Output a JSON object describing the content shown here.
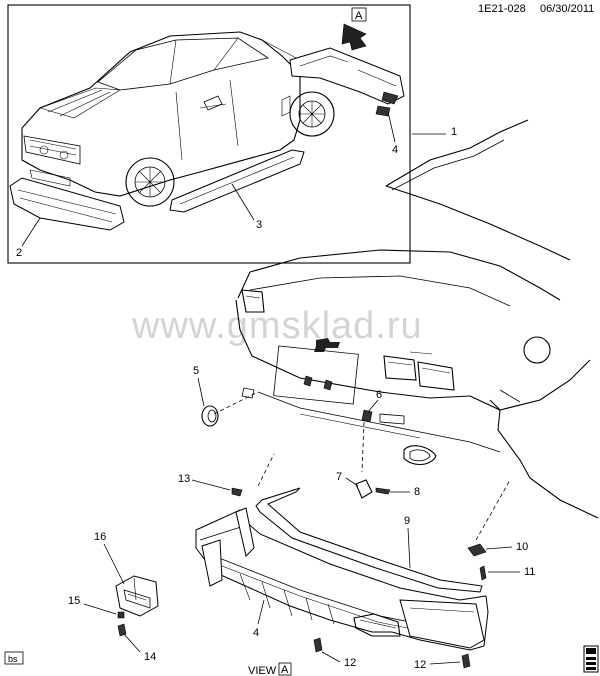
{
  "header": {
    "diagram_id": "1E21-028",
    "date": "06/30/2011"
  },
  "watermark": "www.gmsklad.ru",
  "view": {
    "marker_letter": "A",
    "caption": "VIEW",
    "caption_letter": "A"
  },
  "badge": "bs",
  "callouts": {
    "c1": "1",
    "c2": "2",
    "c3": "3",
    "c4_top": "4",
    "c5": "5",
    "c6": "6",
    "c7": "7",
    "c8": "8",
    "c9": "9",
    "c10": "10",
    "c11": "11",
    "c12_left": "12",
    "c12_right": "12",
    "c13": "13",
    "c14": "14",
    "c15": "15",
    "c16": "16",
    "c4_bottom": "4"
  },
  "icon": "parts-binder-icon"
}
